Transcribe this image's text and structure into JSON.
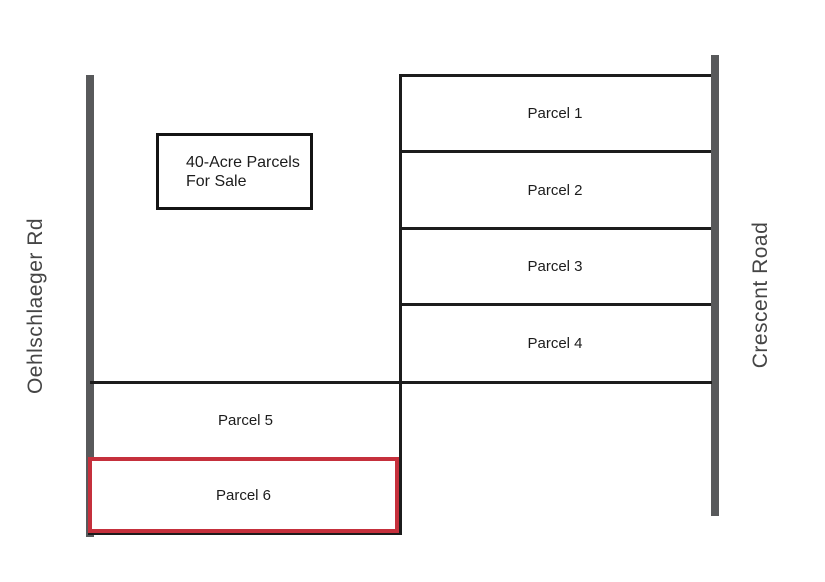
{
  "diagram": {
    "sign": {
      "line1": "40-Acre Parcels",
      "line2": "For Sale"
    },
    "roads": {
      "left_label": "Oehlschlaeger Rd",
      "right_label": "Crescent Road"
    },
    "parcels": [
      {
        "label": "Parcel 1",
        "highlighted": false
      },
      {
        "label": "Parcel 2",
        "highlighted": false
      },
      {
        "label": "Parcel 3",
        "highlighted": false
      },
      {
        "label": "Parcel 4",
        "highlighted": false
      },
      {
        "label": "Parcel 5",
        "highlighted": false
      },
      {
        "label": "Parcel 6",
        "highlighted": true
      }
    ],
    "colors": {
      "background": "#ffffff",
      "road_bar": "#58595b",
      "parcel_line": "#1c1c1c",
      "highlight_border": "#c5303c",
      "road_label_text": "#454545"
    }
  }
}
